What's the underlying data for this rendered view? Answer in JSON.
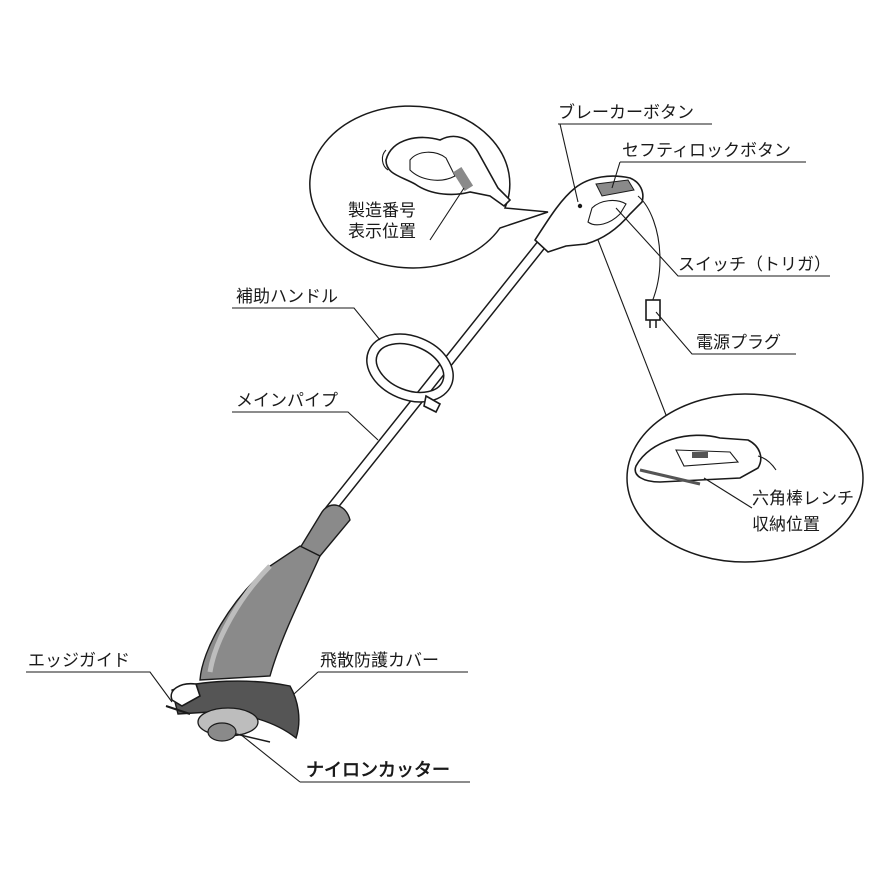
{
  "labels": {
    "breaker_button": "ブレーカーボタン",
    "safety_lock_button": "セフティロックボタン",
    "serial_number_line1": "製造番号",
    "serial_number_line2": "表示位置",
    "switch_trigger": "スイッチ（トリガ）",
    "power_plug": "電源プラグ",
    "aux_handle": "補助ハンドル",
    "main_pipe": "メインパイプ",
    "hex_wrench_line1": "六角棒レンチ",
    "hex_wrench_line2": "収納位置",
    "edge_guide": "エッジガイド",
    "scatter_guard": "飛散防護カバー",
    "nylon_cutter": "ナイロンカッター"
  },
  "colors": {
    "ink": "#1a1a1a",
    "body_gray": "#8a8a8a",
    "dark_gray": "#555555",
    "light_gray": "#bdbdbd"
  }
}
